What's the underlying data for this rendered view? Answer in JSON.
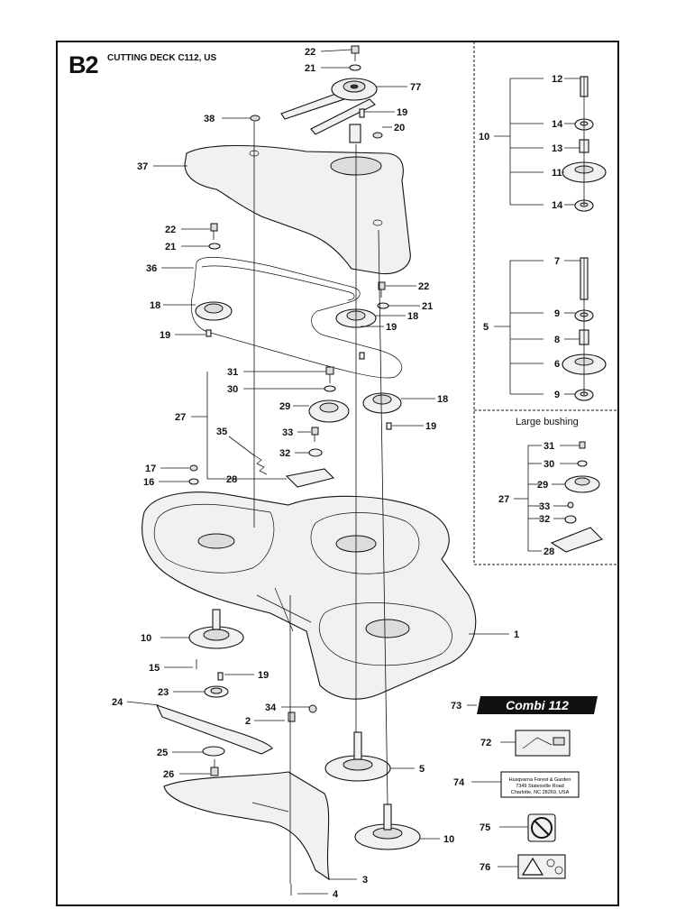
{
  "header": {
    "code": "B2",
    "title": "CUTTING DECK C112, US"
  },
  "inset_large_bushing": {
    "title": "Large bushing"
  },
  "combi_badge": {
    "text": "Combi 112"
  },
  "address_label": {
    "line1": "Husqvarna Forest & Garden",
    "line2": "7349 Statesville Road",
    "line3": "Charlotte, NC 28269, USA"
  },
  "callouts": {
    "c1": "1",
    "c2": "2",
    "c3": "3",
    "c4": "4",
    "c5": "5",
    "c6": "6",
    "c7": "7",
    "c8": "8",
    "c9": "9",
    "c10": "10",
    "c11": "11",
    "c12": "12",
    "c13": "13",
    "c14": "14",
    "c15": "15",
    "c16": "16",
    "c17": "17",
    "c18": "18",
    "c19": "19",
    "c20": "20",
    "c21": "21",
    "c22": "22",
    "c23": "23",
    "c24": "24",
    "c25": "25",
    "c26": "26",
    "c27": "27",
    "c28": "28",
    "c29": "29",
    "c30": "30",
    "c31": "31",
    "c32": "32",
    "c33": "33",
    "c34": "34",
    "c35": "35",
    "c36": "36",
    "c37": "37",
    "c38": "38",
    "c72": "72",
    "c73": "73",
    "c74": "74",
    "c75": "75",
    "c76": "76",
    "c77": "77"
  }
}
